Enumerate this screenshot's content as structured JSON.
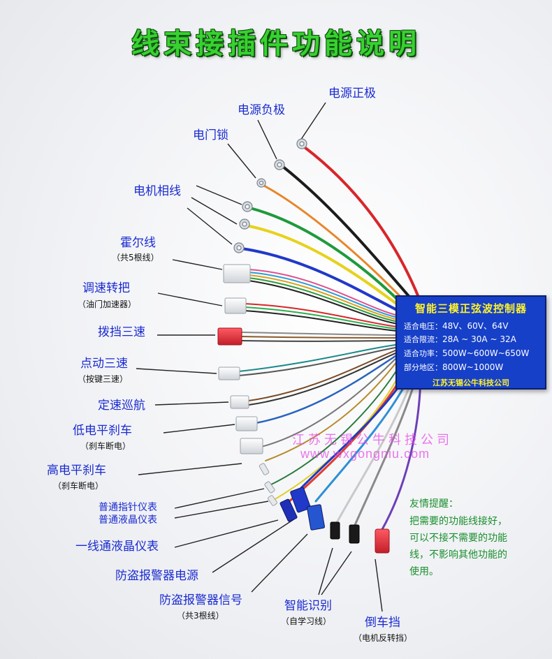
{
  "title": "线束接插件功能说明",
  "labels": {
    "power_positive": "电源正极",
    "power_negative": "电源负极",
    "e_lock": "电门锁",
    "motor_phase": "电机相线",
    "hall": "霍尔线",
    "hall_sub": "（共5根线）",
    "throttle": "调速转把",
    "throttle_sub": "（油门加速器）",
    "three_speed_switch": "拨挡三速",
    "three_speed_button": "点动三速",
    "three_speed_button_sub": "（按键三速）",
    "cruise": "定速巡航",
    "low_brake": "低电平刹车",
    "low_brake_sub": "（刹车断电）",
    "high_brake": "高电平刹车",
    "high_brake_sub": "（刹车断电）",
    "meter_needle": "普通指针仪表",
    "meter_lcd": "普通液晶仪表",
    "one_wire_lcd": "一线通液晶仪表",
    "alarm_power": "防盗报警器电源",
    "alarm_signal": "防盗报警器信号",
    "alarm_signal_sub": "（共3根线）",
    "smart_learn": "智能识别",
    "smart_learn_sub": "（自学习线）",
    "reverse": "倒车挡",
    "reverse_sub": "（电机反转挡）"
  },
  "controller": {
    "title": "智能三模正弦波控制器",
    "rows": [
      {
        "key": "适合电压：",
        "value": "48V、60V、64V"
      },
      {
        "key": "适合限流：",
        "value": "28A ~ 30A ~ 32A"
      },
      {
        "key": "适合功率：",
        "value": "500W~600W~650W"
      },
      {
        "key": "部分地区：",
        "value": "800W~1000W"
      }
    ],
    "maker": "江苏无锡公牛科技公司"
  },
  "watermark": {
    "company": "江苏无锡公牛科技公司",
    "url": "www.wxgongniu.com"
  },
  "tip": {
    "title": "友情提醒：",
    "lines": [
      "把需要的功能线接好，",
      "可以不接不需要的功能",
      "线，不影响其他功能的",
      "使用。"
    ]
  },
  "colors": {
    "label_blue": "#1a2bd0",
    "title_green": "#38d130",
    "controller_blue": "#1740c8",
    "controller_yellow": "#fff32a",
    "watermark_pink": "#e44ae8",
    "tip_green": "#198f2e"
  }
}
